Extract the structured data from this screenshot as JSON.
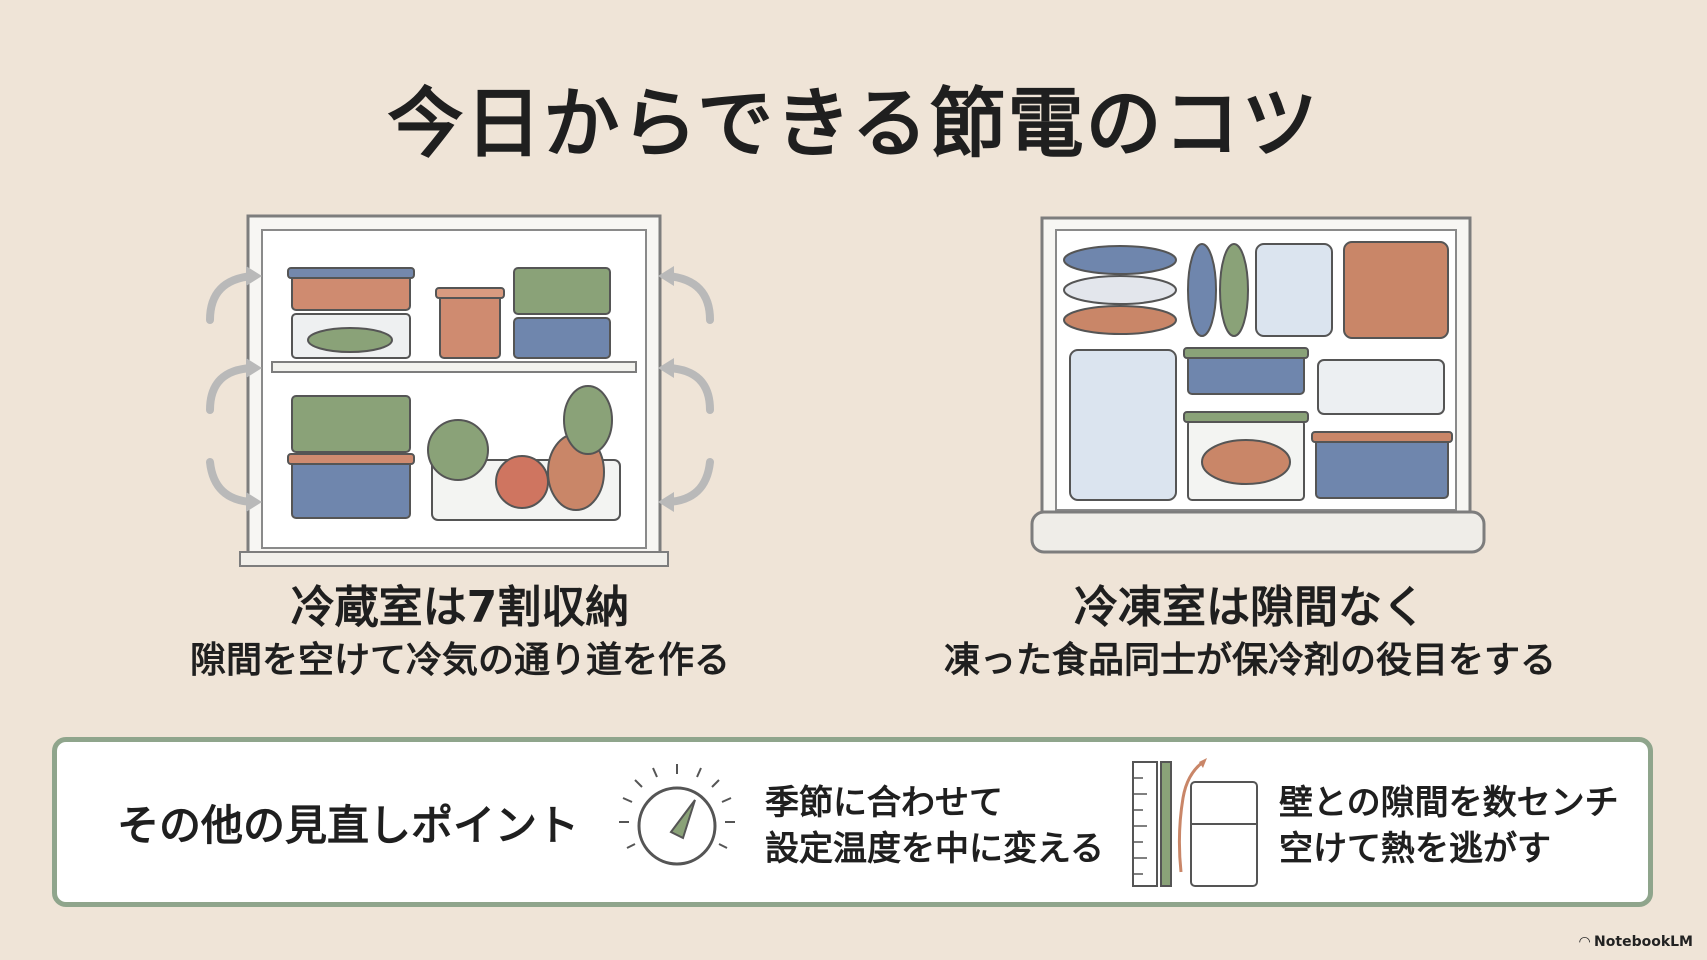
{
  "title": "今日からできる節電のコツ",
  "left": {
    "heading": "冷蔵室は7割収納",
    "sub": "隙間を空けて冷気の通り道を作る"
  },
  "right": {
    "heading": "冷凍室は隙間なく",
    "sub": "凍った食品同士が保冷剤の役目をする"
  },
  "other": {
    "title": "その他の見直しポイント",
    "tip1": {
      "line1": "季節に合わせて",
      "line2": "設定温度を中に変える"
    },
    "tip2": {
      "line1": "壁との隙間を数センチ",
      "line2": "空けて熱を逃がす"
    }
  },
  "brand": "NotebookLM",
  "colors": {
    "background": "#efe4d7",
    "accent_green": "#8fa58c",
    "blue": "#6f86ad",
    "terracotta": "#c98668"
  }
}
